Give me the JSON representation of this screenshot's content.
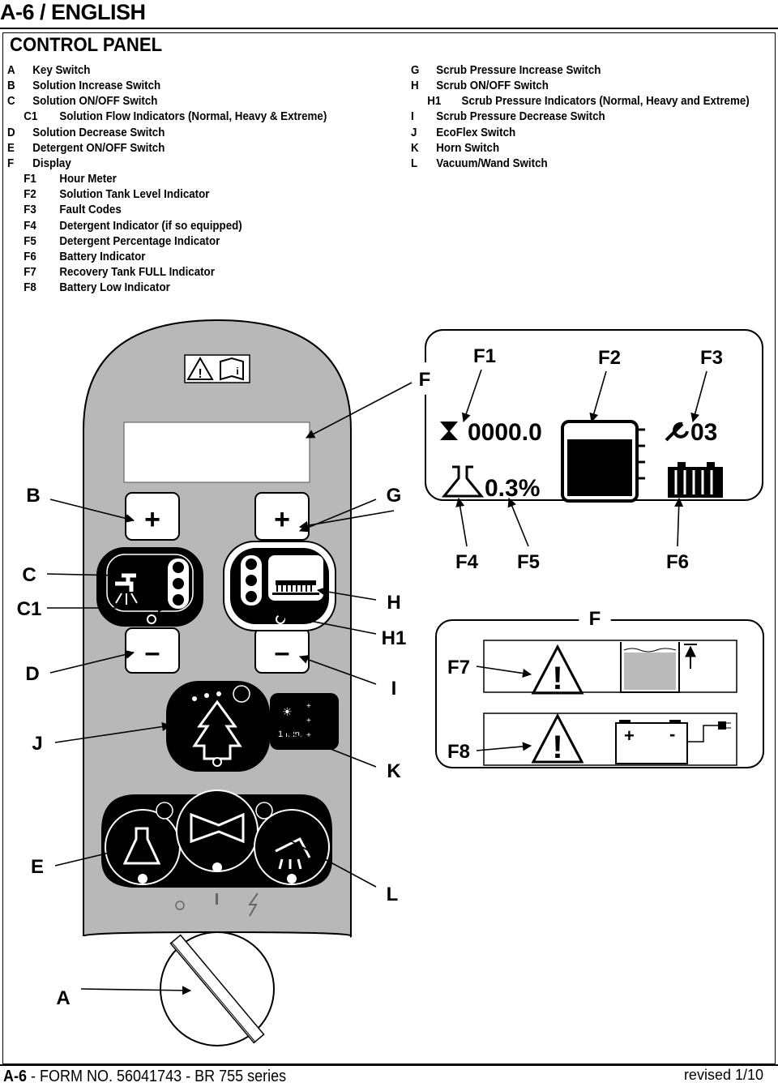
{
  "header": {
    "title": "A-6 / ENGLISH"
  },
  "section": {
    "title": "CONTROL PANEL"
  },
  "legend_left": [
    {
      "code": "A",
      "label": "Key Switch",
      "indent": false
    },
    {
      "code": "B",
      "label": "Solution Increase Switch",
      "indent": false
    },
    {
      "code": "C",
      "label": "Solution ON/OFF Switch",
      "indent": false
    },
    {
      "code": "C1",
      "label": "Solution Flow Indicators (Normal, Heavy & Extreme)",
      "indent": true
    },
    {
      "code": "D",
      "label": "Solution Decrease Switch",
      "indent": false
    },
    {
      "code": "E",
      "label": "Detergent ON/OFF Switch",
      "indent": false
    },
    {
      "code": "F",
      "label": "Display",
      "indent": false
    },
    {
      "code": "F1",
      "label": "Hour Meter",
      "indent": true
    },
    {
      "code": "F2",
      "label": "Solution Tank Level Indicator",
      "indent": true
    },
    {
      "code": "F3",
      "label": "Fault Codes",
      "indent": true
    },
    {
      "code": "F4",
      "label": "Detergent Indicator (if so equipped)",
      "indent": true
    },
    {
      "code": "F5",
      "label": "Detergent Percentage Indicator",
      "indent": true
    },
    {
      "code": "F6",
      "label": "Battery Indicator",
      "indent": true
    },
    {
      "code": "F7",
      "label": "Recovery Tank FULL Indicator",
      "indent": true
    },
    {
      "code": "F8",
      "label": "Battery Low Indicator",
      "indent": true
    }
  ],
  "legend_right": [
    {
      "code": "G",
      "label": "Scrub Pressure Increase Switch",
      "indent": false
    },
    {
      "code": "H",
      "label": "Scrub ON/OFF Switch",
      "indent": false
    },
    {
      "code": "H1",
      "label": "Scrub Pressure Indicators (Normal, Heavy and Extreme)",
      "indent": true
    },
    {
      "code": "I",
      "label": "Scrub Pressure Decrease Switch",
      "indent": false
    },
    {
      "code": "J",
      "label": "EcoFlex Switch",
      "indent": false
    },
    {
      "code": "K",
      "label": "Horn Switch",
      "indent": false
    },
    {
      "code": "L",
      "label": "Vacuum/Wand Switch",
      "indent": false
    }
  ],
  "diagram": {
    "callouts": {
      "A": "A",
      "B": "B",
      "C": "C",
      "C1": "C1",
      "D": "D",
      "E": "E",
      "J": "J",
      "F": "F",
      "F1": "F1",
      "F2": "F2",
      "F3": "F3",
      "G": "G",
      "H": "H",
      "H1": "H1",
      "I": "I",
      "K": "K",
      "L": "L",
      "F4": "F4",
      "F5": "F5",
      "F6": "F6",
      "F7": "F7",
      "F8": "F8",
      "F_lower": "F"
    },
    "display": {
      "hour_meter": "0000.0",
      "fault_code": "03",
      "detergent_pct": "0.3%"
    },
    "ecoflex_timer": "1 Min.",
    "plus_symbol": "+",
    "minus_symbol": "–",
    "battery_plus": "+",
    "battery_minus": "-",
    "warning_mark": "!"
  },
  "footer": {
    "page": "A-6",
    "form": " - FORM NO. 56041743 - BR 755 series",
    "revised": "revised 1/10"
  }
}
